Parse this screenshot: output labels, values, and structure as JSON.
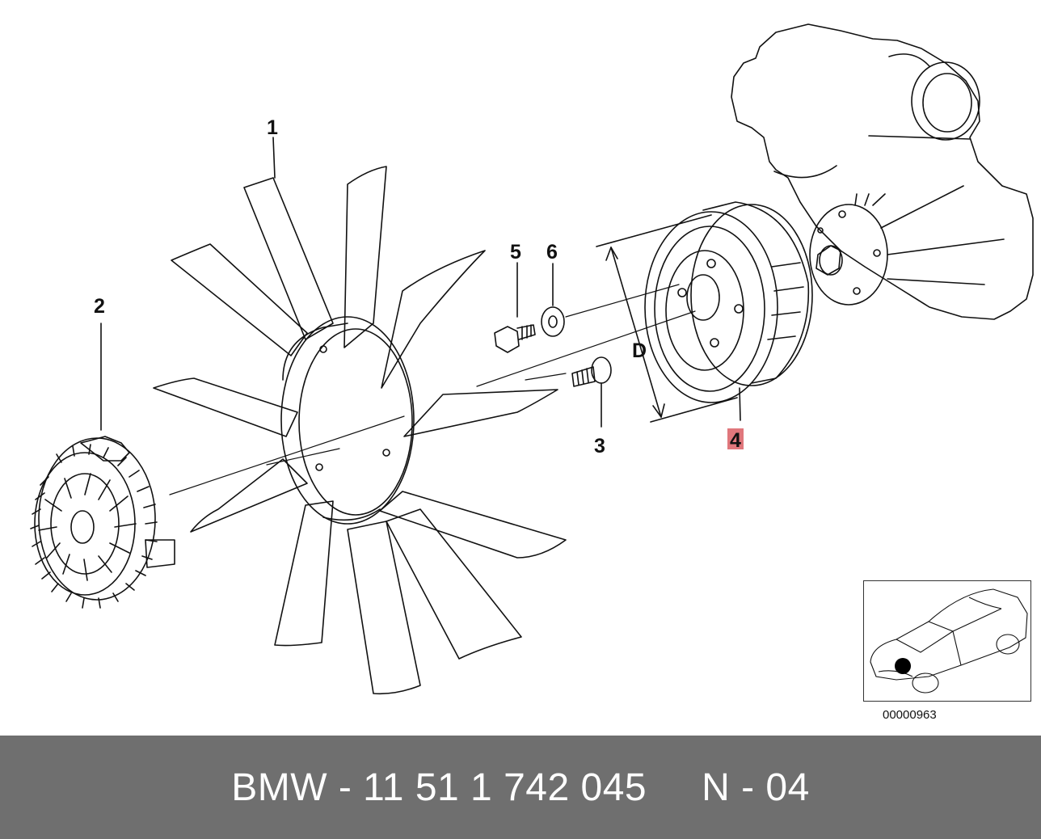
{
  "diagram": {
    "callouts": {
      "fan": "1",
      "viscous_clutch": "2",
      "bolt_3": "3",
      "pulley": "4",
      "bolt_5": "5",
      "washer_6": "6",
      "diameter": "D"
    },
    "highlight_color": "#e0777c",
    "reference_code": "00000963"
  },
  "caption": {
    "part_label": "BMW - 11 51 1 742 045",
    "position_label": "N - 04"
  },
  "colors": {
    "line": "#111111",
    "caption_bg": "#6f6f6f",
    "caption_text": "#ffffff"
  }
}
